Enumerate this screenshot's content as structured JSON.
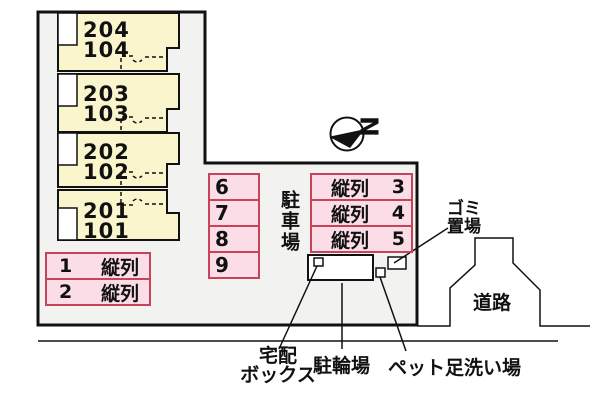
{
  "building": {
    "units": [
      {
        "unit_upper": "204",
        "unit_lower": "104"
      },
      {
        "unit_upper": "203",
        "unit_lower": "103"
      },
      {
        "unit_upper": "202",
        "unit_lower": "102"
      },
      {
        "unit_upper": "201",
        "unit_lower": "101"
      }
    ]
  },
  "parking": {
    "area_label": "駐車場",
    "column_spaces": [
      "6",
      "7",
      "8",
      "9"
    ],
    "tandem_left": [
      {
        "number": "1",
        "label": "縦列"
      },
      {
        "number": "2",
        "label": "縦列"
      }
    ],
    "tandem_right": [
      {
        "label": "縦列",
        "number": "3"
      },
      {
        "label": "縦列",
        "number": "4"
      },
      {
        "label": "縦列",
        "number": "5"
      }
    ]
  },
  "facilities": {
    "garbage_line1": "ゴミ",
    "garbage_line2": "置場",
    "delivery_line1": "宅配",
    "delivery_line2": "ボックス",
    "bicycle_label": "駐輪場",
    "pet_wash_label": "ペット足洗い場"
  },
  "road_label": "道路",
  "compass_letter": "N",
  "colors": {
    "site_fill": "#f2f2f0",
    "unit_fill": "#faf5cd",
    "space_fill": "#fadde7",
    "space_border": "#c8425a",
    "line": "#111111"
  }
}
